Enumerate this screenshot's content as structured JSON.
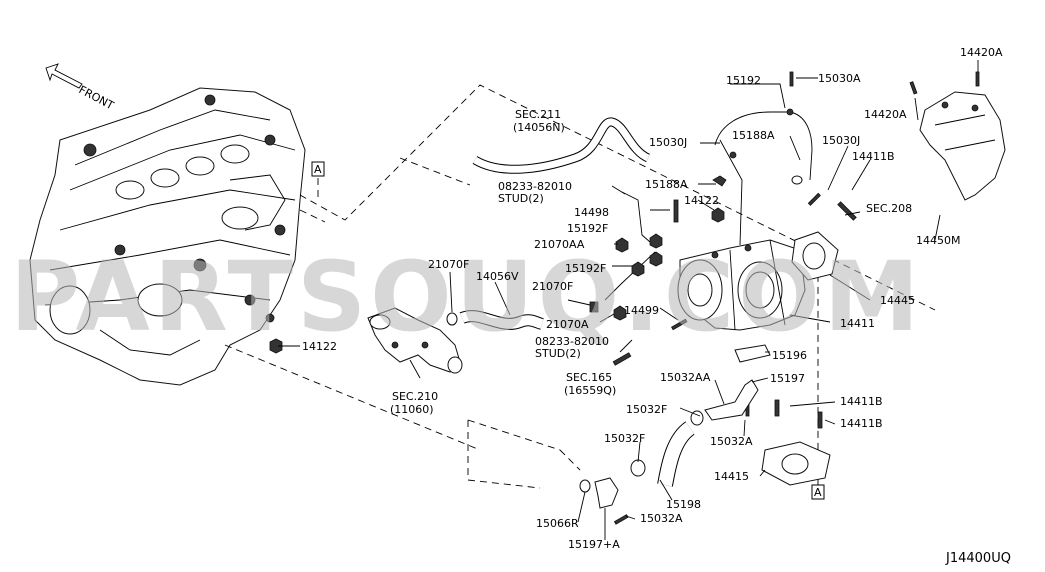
{
  "diagram_id": "J14400UQ",
  "watermark": "PARTSOUQ.COM",
  "direction_label": "FRONT",
  "ref_markers": [
    "A",
    "A"
  ],
  "labels": [
    {
      "id": "14420A_top",
      "text": "14420A"
    },
    {
      "id": "15192",
      "text": "15192"
    },
    {
      "id": "15030A",
      "text": "15030A"
    },
    {
      "id": "14420A",
      "text": "14420A"
    },
    {
      "id": "sec211",
      "text": "SEC.211"
    },
    {
      "id": "14056N",
      "text": "(14056N)"
    },
    {
      "id": "15030J_a",
      "text": "15030J"
    },
    {
      "id": "15188A_a",
      "text": "15188A"
    },
    {
      "id": "15030J_b",
      "text": "15030J"
    },
    {
      "id": "14411B_a",
      "text": "14411B"
    },
    {
      "id": "08233_a",
      "text": "08233-82010"
    },
    {
      "id": "stud_a",
      "text": "STUD(2)"
    },
    {
      "id": "15188A_b",
      "text": "15188A"
    },
    {
      "id": "sec208",
      "text": "SEC.208"
    },
    {
      "id": "14498",
      "text": "14498"
    },
    {
      "id": "14122_a",
      "text": "14122"
    },
    {
      "id": "15192F_a",
      "text": "15192F"
    },
    {
      "id": "14450M",
      "text": "14450M"
    },
    {
      "id": "21070AA",
      "text": "21070AA"
    },
    {
      "id": "21070F_a",
      "text": "21070F"
    },
    {
      "id": "14056V",
      "text": "14056V"
    },
    {
      "id": "15192F_b",
      "text": "15192F"
    },
    {
      "id": "21070F_b",
      "text": "21070F"
    },
    {
      "id": "14445",
      "text": "14445"
    },
    {
      "id": "14499",
      "text": "14499"
    },
    {
      "id": "21070A",
      "text": "21070A"
    },
    {
      "id": "14411",
      "text": "14411"
    },
    {
      "id": "08233_b",
      "text": "08233-82010"
    },
    {
      "id": "stud_b",
      "text": "STUD(2)"
    },
    {
      "id": "14122_b",
      "text": "14122"
    },
    {
      "id": "15196",
      "text": "15196"
    },
    {
      "id": "sec165",
      "text": "SEC.165"
    },
    {
      "id": "16559Q",
      "text": "(16559Q)"
    },
    {
      "id": "15032AA",
      "text": "15032AA"
    },
    {
      "id": "15197",
      "text": "15197"
    },
    {
      "id": "sec210",
      "text": "SEC.210"
    },
    {
      "id": "11060",
      "text": "(11060)"
    },
    {
      "id": "15032F_a",
      "text": "15032F"
    },
    {
      "id": "14411B_b",
      "text": "14411B"
    },
    {
      "id": "14411B_c",
      "text": "14411B"
    },
    {
      "id": "15032A_a",
      "text": "15032A"
    },
    {
      "id": "15032F_b",
      "text": "15032F"
    },
    {
      "id": "14415",
      "text": "14415"
    },
    {
      "id": "15198",
      "text": "15198"
    },
    {
      "id": "15066R",
      "text": "15066R"
    },
    {
      "id": "15032A_b",
      "text": "15032A"
    },
    {
      "id": "15197A",
      "text": "15197+A"
    }
  ]
}
